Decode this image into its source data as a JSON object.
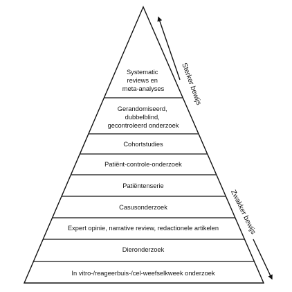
{
  "pyramid": {
    "levels": [
      {
        "lines": [
          "Systematic",
          "reviews en",
          "meta-analyses"
        ]
      },
      {
        "lines": [
          "Gerandomiseerd,",
          "dubbelblind,",
          "gecontroleerd onderzoek"
        ]
      },
      {
        "lines": [
          "Cohortstudies"
        ]
      },
      {
        "lines": [
          "Patiënt-controle-onderzoek"
        ]
      },
      {
        "lines": [
          "Patiëntenserie"
        ]
      },
      {
        "lines": [
          "Casusonderzoek"
        ]
      },
      {
        "lines": [
          "Expert opinie, narrative review, redactionele artikelen"
        ]
      },
      {
        "lines": [
          "Dieronderzoek"
        ]
      },
      {
        "lines": [
          "In vitro-/reageerbuis-/cel-weefselkweek onderzoek"
        ]
      }
    ]
  },
  "arrows": {
    "stronger_label": "Sterker bewijs",
    "weaker_label": "Zwakker bewijs"
  },
  "colors": {
    "stroke": "#111111",
    "fill": "#ffffff"
  }
}
